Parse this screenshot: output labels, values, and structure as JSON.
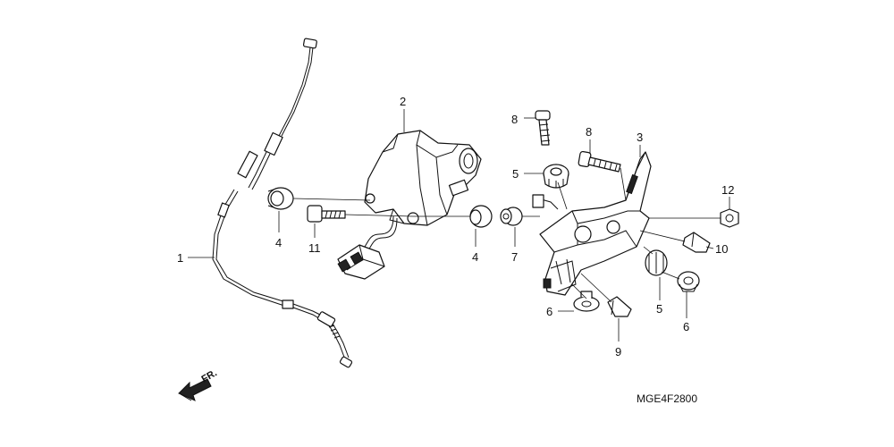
{
  "diagram": {
    "callouts": {
      "c1": "1",
      "c2": "2",
      "c3": "3",
      "c4a": "4",
      "c4b": "4",
      "c5a": "5",
      "c5b": "5",
      "c6a": "6",
      "c6b": "6",
      "c7": "7",
      "c8a": "8",
      "c8b": "8",
      "c9": "9",
      "c10": "10",
      "c11": "11",
      "c12": "12"
    },
    "direction_label": "FR.",
    "catalog_code": "MGE4F2800"
  }
}
